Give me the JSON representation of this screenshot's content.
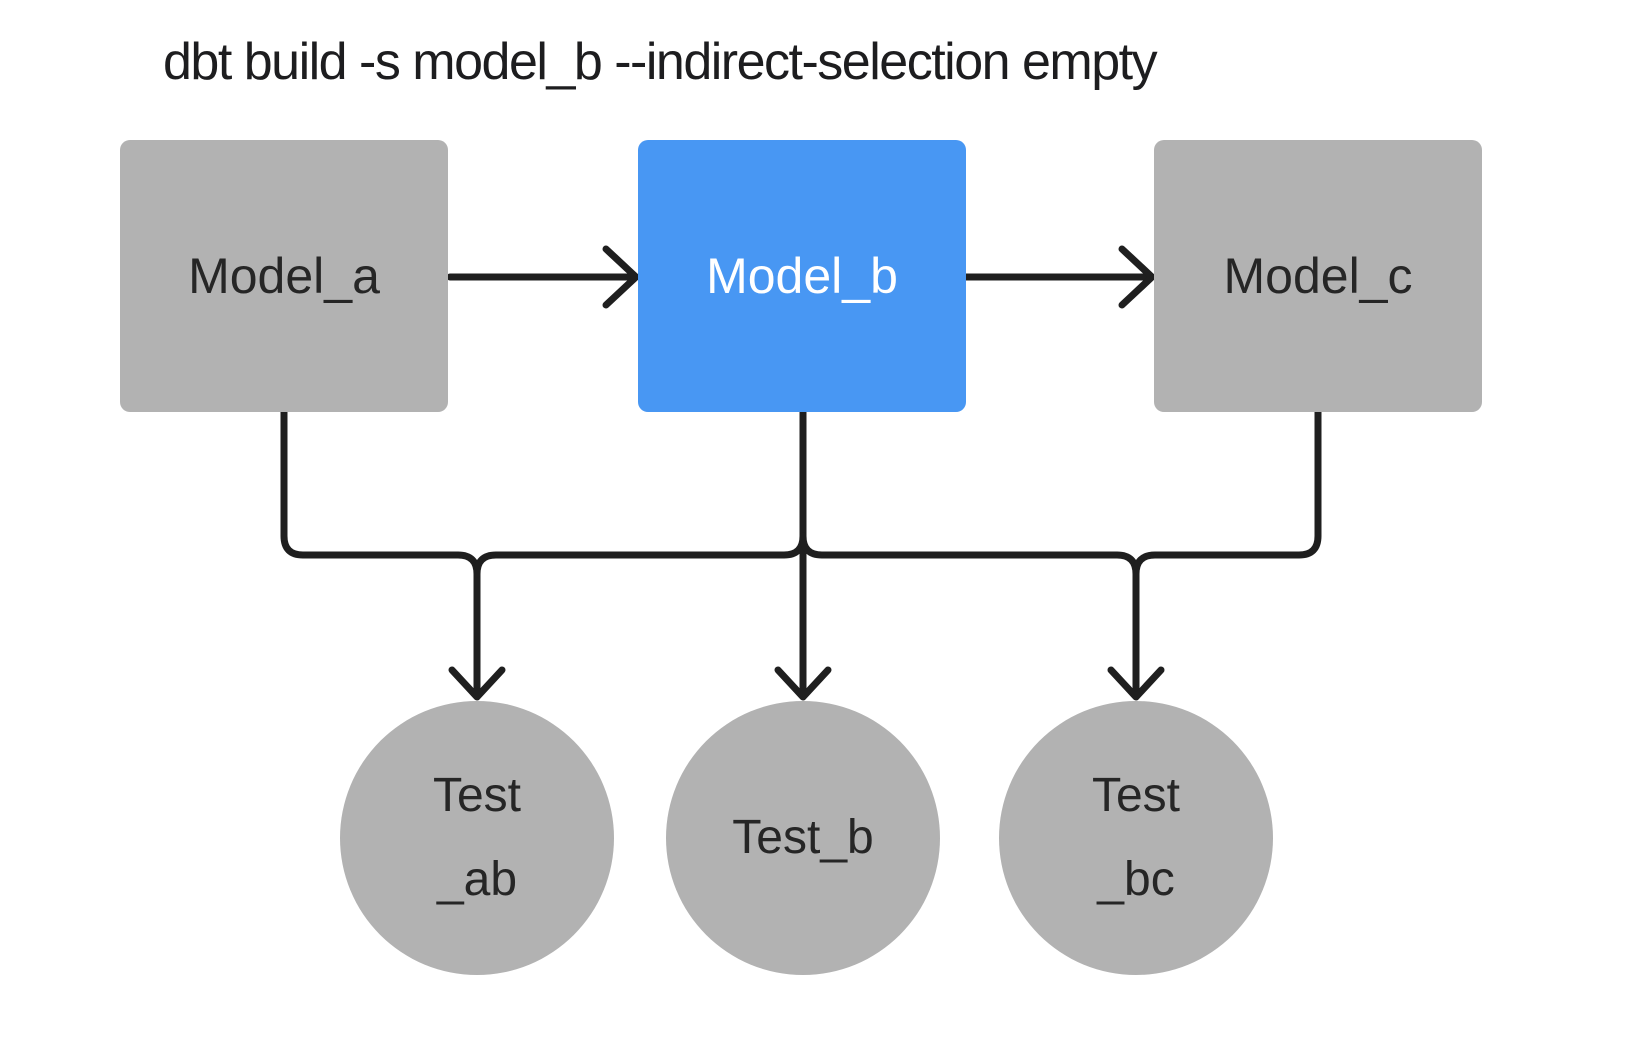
{
  "title": "dbt build -s model_b --indirect-selection empty",
  "colors": {
    "background": "#ffffff",
    "node_gray": "#b2b2b2",
    "node_selected_blue": "#4897f3",
    "edge": "#1f1f1f",
    "title_text": "#1d1d1f",
    "node_text_dark": "#262626",
    "node_text_light": "#ffffff"
  },
  "diagram": {
    "models": [
      {
        "id": "model_a",
        "label": "Model_a",
        "selected": false
      },
      {
        "id": "model_b",
        "label": "Model_b",
        "selected": true
      },
      {
        "id": "model_c",
        "label": "Model_c",
        "selected": false
      }
    ],
    "tests": [
      {
        "id": "test_ab",
        "label": "Test\n_ab"
      },
      {
        "id": "test_b",
        "label": "Test_b"
      },
      {
        "id": "test_bc",
        "label": "Test\n_bc"
      }
    ],
    "edges": [
      {
        "from": "model_a",
        "to": "model_b"
      },
      {
        "from": "model_b",
        "to": "model_c"
      },
      {
        "from": "model_a",
        "to": "test_ab"
      },
      {
        "from": "model_b",
        "to": "test_ab"
      },
      {
        "from": "model_b",
        "to": "test_b"
      },
      {
        "from": "model_b",
        "to": "test_bc"
      },
      {
        "from": "model_c",
        "to": "test_bc"
      }
    ]
  }
}
